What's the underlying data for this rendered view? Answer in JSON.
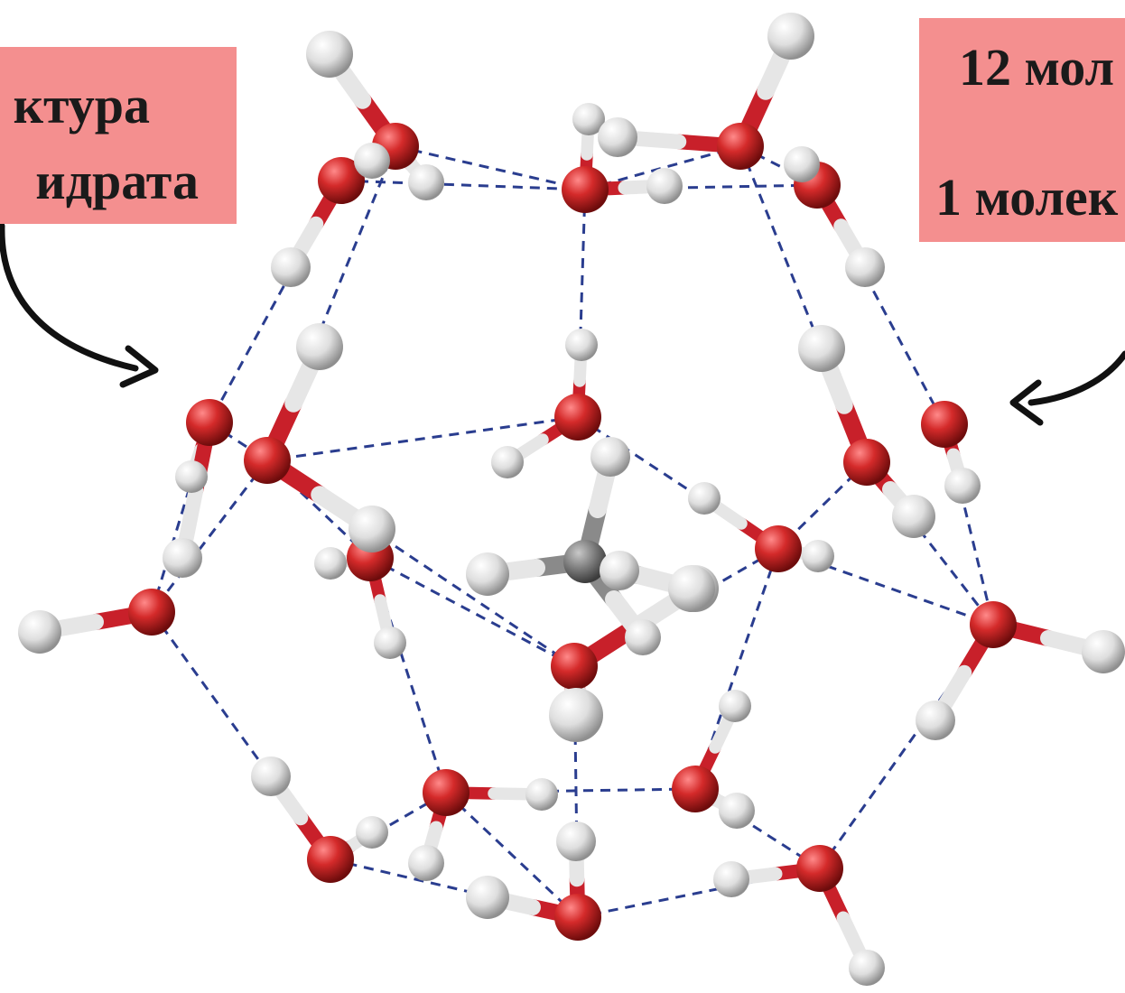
{
  "labels": {
    "left": {
      "line1": "ктура",
      "line2": "идрата"
    },
    "right": {
      "line1": "12 мол",
      "line2": "1 молек"
    }
  },
  "colors": {
    "oxygen": "#c8202a",
    "hydrogen": "#e6e6e6",
    "carbon": "#8a8a8a",
    "hbond": "#2a3d8f",
    "label_bg": "#f48f8f",
    "arrow": "#111111"
  }
}
